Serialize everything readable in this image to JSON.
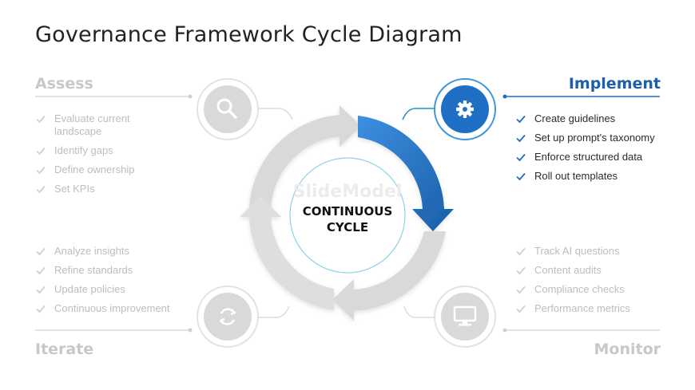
{
  "title": "Governance Framework Cycle Diagram",
  "center_label": [
    "CONTINUOUS",
    "CYCLE"
  ],
  "watermark": "SlideModel",
  "sections": {
    "assess": {
      "title": "Assess",
      "icon": "magnifier-icon",
      "items": [
        "Evaluate current",
        "landscape",
        "Identify gaps",
        "Define ownership",
        "Set KPIs"
      ]
    },
    "implement": {
      "title": "Implement",
      "icon": "gear-icon",
      "items": [
        "Create guidelines",
        "Set up prompt's taxonomy",
        "Enforce structured data",
        "Roll out templates"
      ]
    },
    "iterate": {
      "title": "Iterate",
      "icon": "refresh-icon",
      "items": [
        "Analyze insights",
        "Refine standards",
        "Update policies",
        "Continuous improvement"
      ]
    },
    "monitor": {
      "title": "Monitor",
      "icon": "monitor-icon",
      "items": [
        "Track AI questions",
        "Content audits",
        "Compliance checks",
        "Performance metrics"
      ]
    }
  },
  "colors": {
    "accent": "#1f6fc4",
    "accent_dark": "#1a5ea8",
    "muted": "#d6d6d6",
    "muted_text": "#bdbdbd"
  }
}
